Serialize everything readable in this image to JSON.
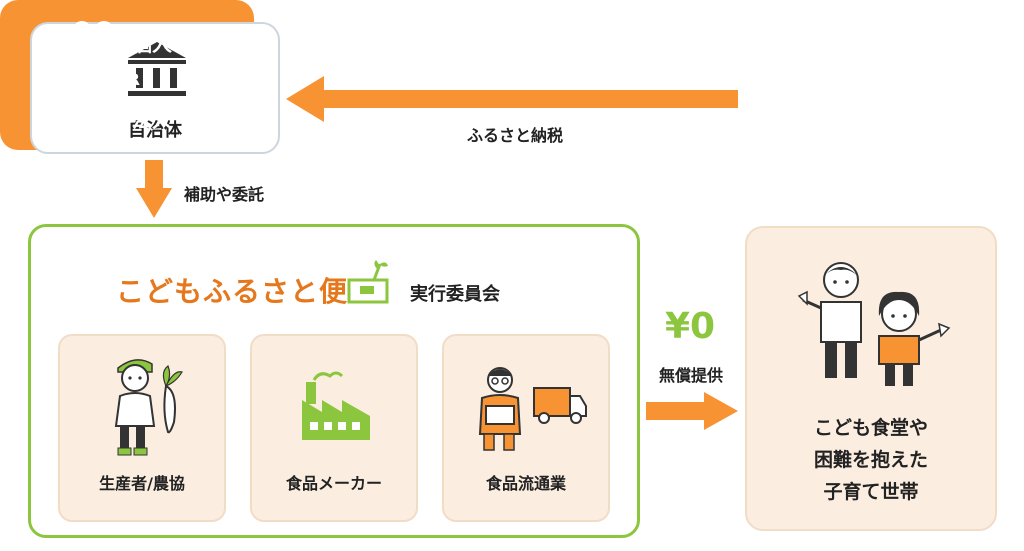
{
  "government": {
    "label": "自治体",
    "icon": "government-building-icon"
  },
  "donor": {
    "individual": "個人",
    "or": "OR",
    "corporation": "法人",
    "icons": [
      "people-icon",
      "building-icon"
    ]
  },
  "arrows": {
    "tax": "ふるさと納税",
    "support": "補助や委託",
    "free_price": "¥0",
    "free_label": "無償提供"
  },
  "committee": {
    "logo": "こどもふるさと便",
    "title": "実行委員会",
    "members": [
      {
        "label": "生産者/農協",
        "icon": "farmer-icon"
      },
      {
        "label": "食品メーカー",
        "icon": "factory-icon"
      },
      {
        "label": "食品流通業",
        "icon": "delivery-truck-icon"
      }
    ]
  },
  "beneficiary": {
    "lines": [
      "こども食堂や",
      "困難を抱えた",
      "子育て世帯"
    ],
    "icon": "children-icon"
  },
  "colors": {
    "orange": "#f79332",
    "green": "#8cc63f",
    "logo_orange": "#e5781c",
    "peach": "#fbeee1"
  }
}
